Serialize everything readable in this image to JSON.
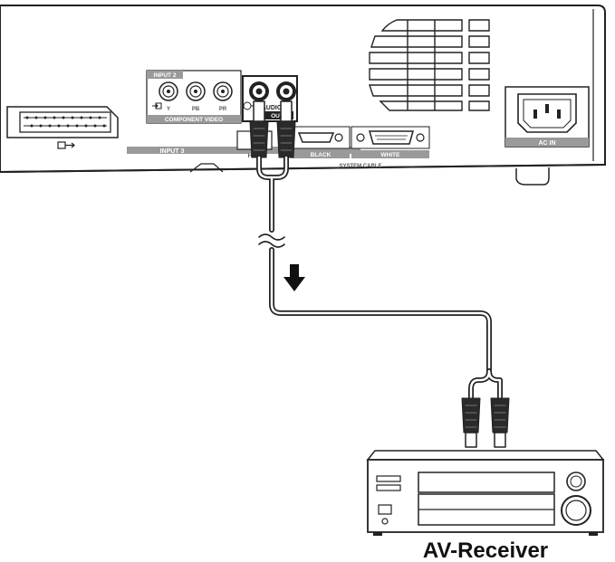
{
  "panel": {
    "input2": "INPUT 2",
    "y": "Y",
    "pb": "PB",
    "pr": "PR",
    "component_video": "COMPONENT VIDEO",
    "audio": "AUDIO",
    "out": "OUT",
    "input3": "INPUT 3",
    "black": "BLACK",
    "white": "WHITE",
    "system_cable": "SYSTEM CABLE",
    "ac_in": "AC IN",
    "h": "H"
  },
  "receiver": {
    "label": "AV-Receiver"
  }
}
